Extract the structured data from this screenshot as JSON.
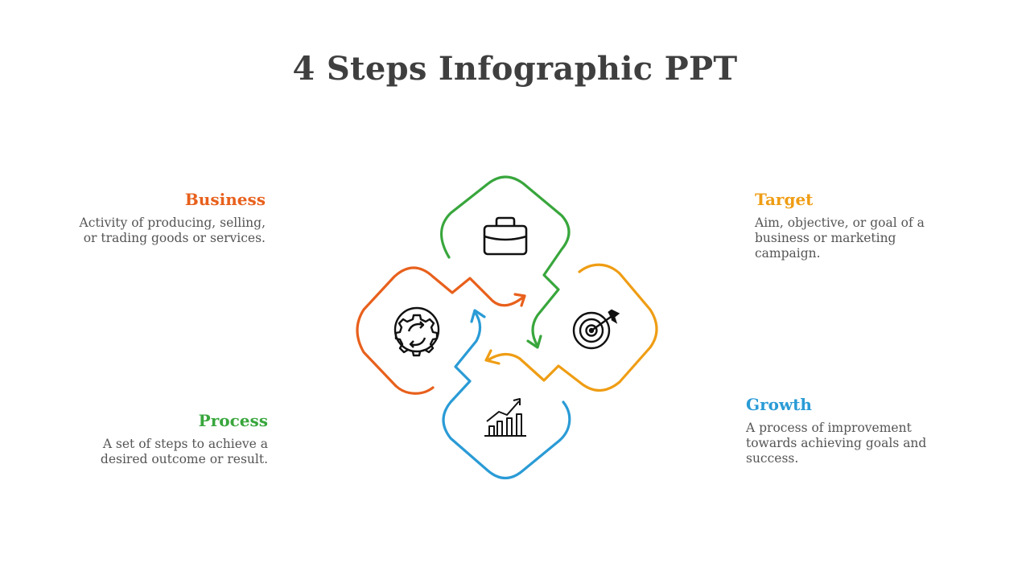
{
  "title": "4 Steps Infographic PPT",
  "colors": {
    "orange": "#e8601c",
    "green": "#38a63c",
    "amber": "#ef9d14",
    "blue": "#2a9bd6",
    "title": "#3f3f3f",
    "body": "#555555"
  },
  "steps": [
    {
      "heading": "Business",
      "text": "Activity of producing, selling, or trading goods or services.",
      "color": "#e8601c",
      "icon": "briefcase-icon"
    },
    {
      "heading": "Target",
      "text": "Aim, objective, or goal of a business or marketing campaign.",
      "color": "#ef9d14",
      "icon": "target-icon"
    },
    {
      "heading": "Process",
      "text": "A set of steps to achieve a desired outcome or result.",
      "color": "#38a63c",
      "icon": "gear-icon"
    },
    {
      "heading": "Growth",
      "text": "A process of improvement towards achieving goals and success.",
      "color": "#2a9bd6",
      "icon": "growth-chart-icon"
    }
  ]
}
